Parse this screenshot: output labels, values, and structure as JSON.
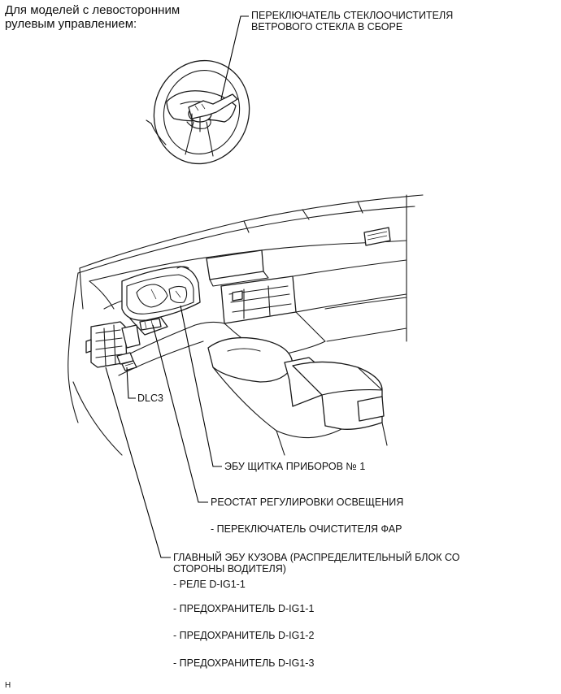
{
  "note": "Для моделей с левосторонним\nрулевым управлением:",
  "labels": {
    "wiper_switch": "ПЕРЕКЛЮЧАТЕЛЬ СТЕКЛООЧИСТИТЕЛЯ\nВЕТРОВОГО СТЕКЛА В СБОРЕ",
    "dlc3": "DLC3",
    "combo_meter": "ЭБУ ЩИТКА ПРИБОРОВ № 1",
    "rheostat": "РЕОСТАТ РЕГУЛИРОВКИ ОСВЕЩЕНИЯ",
    "headlamp_cleaner": "- ПЕРЕКЛЮЧАТЕЛЬ ОЧИСТИТЕЛЯ ФАР",
    "body_ecu": "ГЛАВНЫЙ ЭБУ КУЗОВА (РАСПРЕДЕЛИТЕЛЬНЫЙ БЛОК СО\nСТОРОНЫ ВОДИТЕЛЯ)",
    "relay": "- РЕЛЕ D-IG1-1",
    "fuse1": "- ПРЕДОХРАНИТЕЛЬ D-IG1-1",
    "fuse2": "- ПРЕДОХРАНИТЕЛЬ D-IG1-2",
    "fuse3": "- ПРЕДОХРАНИТЕЛЬ D-IG1-3"
  },
  "footer_code": "H",
  "colors": {
    "line": "#1a1a1a",
    "text": "#111111",
    "background": "#ffffff"
  }
}
